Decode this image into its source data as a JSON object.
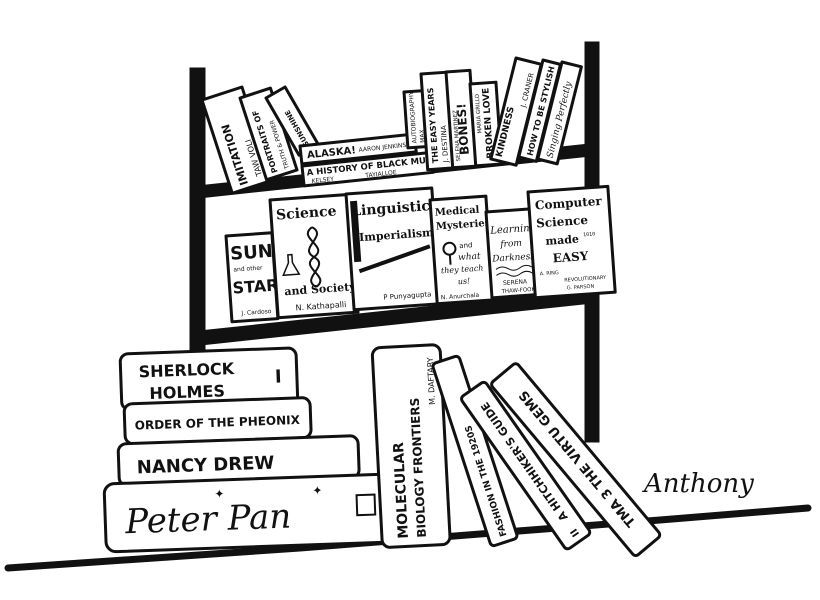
{
  "top_shelf": {
    "book1_title": "IMITATION",
    "book1_author": "TAW VOLI",
    "book2_title": "PORTRAITS OF",
    "book2_sub": "TRUTH & POWER",
    "book3_title": "SUNSHINE",
    "alaska_title": "ALASKA!",
    "alaska_author": "AARON JENKINS",
    "black_music_title": "A HISTORY OF BLACK MUSIC",
    "black_music_author1": "KELSEY",
    "black_music_author2": "TAYIALLOE",
    "lines_title": "AUTOBIOGRAPHY",
    "lines_author": "MAX",
    "easy_years_title": "THE EASY YEARS",
    "easy_years_author": "J. DESTINA",
    "bones_title": "BONES!",
    "bones_author": "SELENA MARTINEZ",
    "broken_title": "BROKEN LOVE",
    "broken_author": "MARIA GRILLO",
    "kindness_title": "KINDNESS",
    "kindness_author": "J. CRANER",
    "stylish_title": "HOW TO BE STYLISH",
    "singing_title": "Singing Perfectly"
  },
  "middle_shelf": {
    "sun_title1": "SUN",
    "sun_sub": "and other",
    "sun_title2": "STARS",
    "sun_author": "J. Cardoso",
    "science_title1": "Science",
    "science_title2": "and Society",
    "science_author": "N. Kathapalli",
    "ling_title1": "Linguistic",
    "ling_title2": "Imperialism",
    "ling_author": "P Punyagupta",
    "medical_title1": "Medical",
    "medical_title2": "Mysteries",
    "medical_title3": "and",
    "medical_title4": "what",
    "medical_title5": "they teach",
    "medical_title6": "us!",
    "medical_author": "N. Anurchala",
    "learning_title1": "Learning",
    "learning_title2": "from",
    "learning_title3": "Darkness",
    "learning_author1": "SERENA",
    "learning_author2": "THAW-FOOK",
    "cs_title1": "Computer",
    "cs_title2": "Science",
    "cs_title3": "made",
    "cs_title4": "EASY",
    "cs_author1": "A. RING",
    "cs_author2": "REVOLUTIONARY",
    "cs_author3": "G. PARSON"
  },
  "floor_stack": {
    "sherlock1": "SHERLOCK",
    "sherlock2": "HOLMES",
    "sherlock_num": "I",
    "phoenix": "ORDER OF THE PHEONIX",
    "nancy": "NANCY DREW",
    "peter": "Peter  Pan"
  },
  "leaning": {
    "molecular1": "MOLECULAR",
    "molecular2": "BIOLOGY FRONTIERS",
    "molecular_author": "M. DAFTARY",
    "fashion": "FASHION IN THE 1920S",
    "hitch": "A HITCHHIKER'S GUIDE",
    "hitch_num": "II",
    "virtu": "TMA 3 THE VIRTU GEMS"
  },
  "signature": "Anthony"
}
